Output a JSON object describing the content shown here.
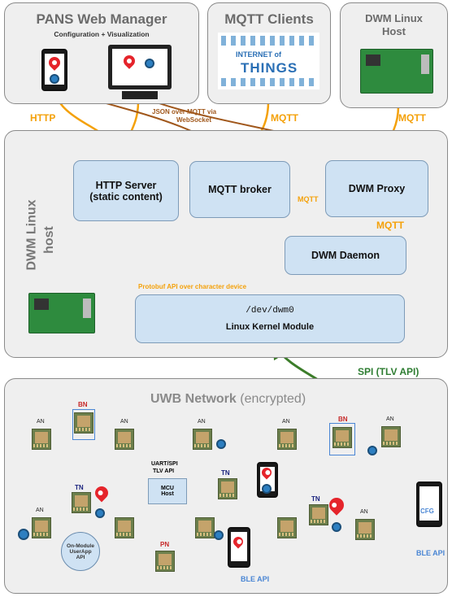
{
  "panels": {
    "pans": {
      "title": "PANS Web Manager",
      "subtitle": "Configuration + Visualization"
    },
    "mqtt_clients": {
      "title": "MQTT Clients",
      "image_text": "THINGS",
      "image_prefix": "INTERNET of"
    },
    "linux_host": {
      "title_line1": "DWM Linux",
      "title_line2": "Host"
    },
    "dwm_host": {
      "title_line1": "DWM Linux",
      "title_line2": "host"
    },
    "uwb": {
      "title": "UWB Network",
      "title_suffix": "(encrypted)"
    }
  },
  "boxes": {
    "http_server_line1": "HTTP Server",
    "http_server_line2": "(static content)",
    "mqtt_broker": "MQTT broker",
    "dwm_proxy": "DWM Proxy",
    "dwm_daemon": "DWM Daemon",
    "kernel_device": "/dev/dwm0",
    "kernel_module": "Linux Kernel Module"
  },
  "labels": {
    "http": "HTTP",
    "json_line1": "JSON over MQTT via",
    "json_line2": "WebSocket",
    "mqtt_top_mid": "MQTT",
    "mqtt_top_right": "MQTT",
    "mqtt_broker_proxy": "MQTT",
    "mqtt_proxy_daemon": "MQTT",
    "protobuf": "Protobuf API over character device",
    "spi": "SPI (TLV API)",
    "uart_line1": "UART/SPI",
    "uart_line2": "TLV API",
    "mcu_line1": "MCU",
    "mcu_line2": "Host",
    "bubble_line1": "On-Module",
    "bubble_line2": "UserApp",
    "bubble_line3": "API",
    "ble_api_bottom": "BLE API",
    "ble_api_right": "BLE API",
    "cfg": "CFG"
  },
  "nodes": {
    "an": "AN",
    "bn": "BN",
    "tn": "TN",
    "pn": "PN"
  },
  "colors": {
    "orange": "#f4a10a",
    "brown": "#a0571b",
    "green": "#3c7d2a",
    "red": "#e5242b",
    "blue_link": "#4a86d4"
  }
}
